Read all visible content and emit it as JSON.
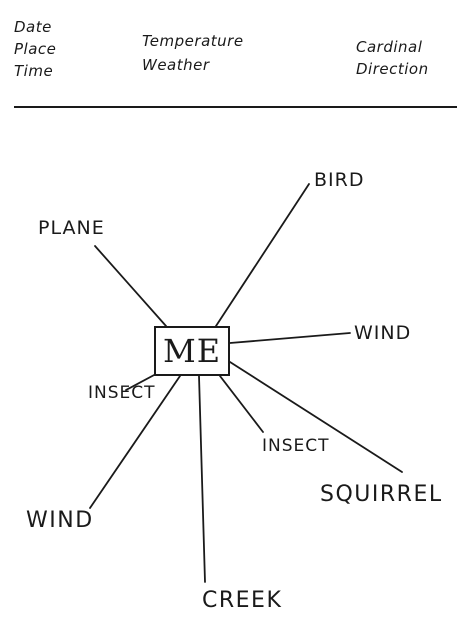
{
  "header": {
    "left_fields": [
      "Date",
      "Place",
      "Time"
    ],
    "middle_fields": [
      "Temperature",
      "Weather"
    ],
    "right_fields": [
      "Cardinal",
      "Direction"
    ]
  },
  "map": {
    "center": "ME",
    "labels": {
      "bird": "BIRD",
      "plane": "PLANE",
      "wind_right": "WIND",
      "insect_left": "INSECT",
      "insect_right": "INSECT",
      "squirrel": "SQUIRREL",
      "wind_left": "WIND",
      "creek": "CREEK"
    }
  }
}
